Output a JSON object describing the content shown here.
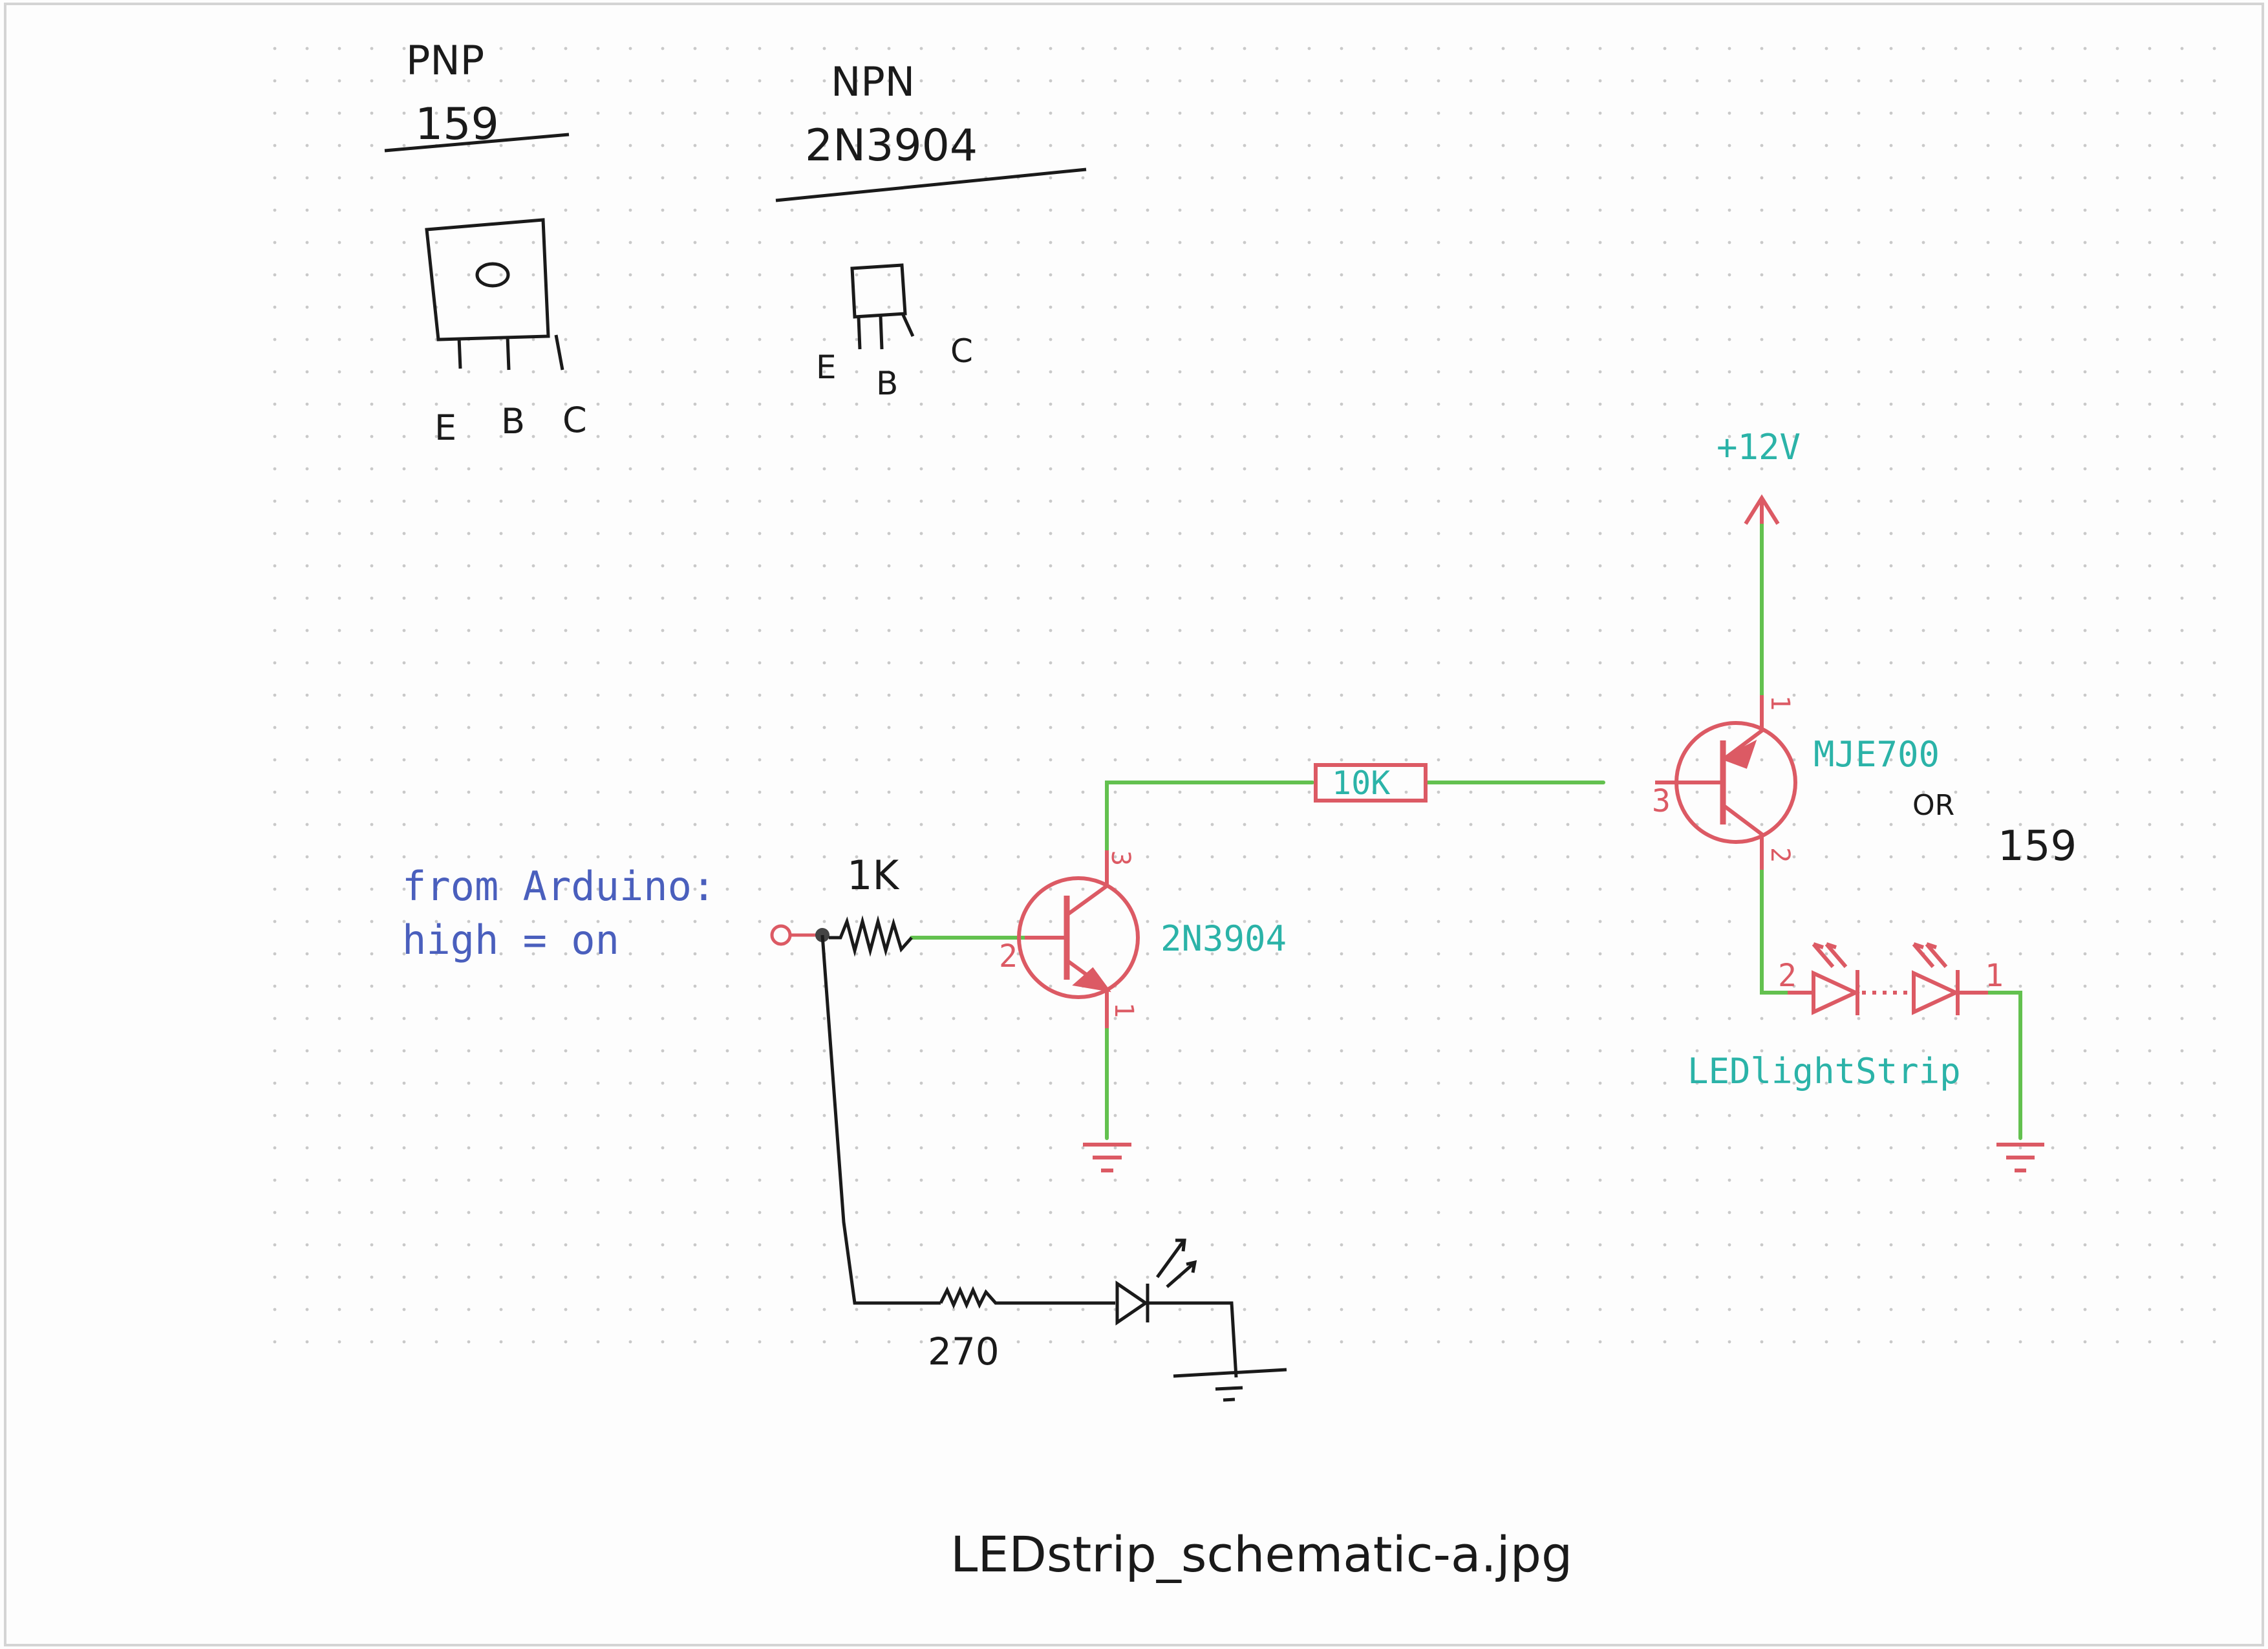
{
  "colors": {
    "paper": "#fdfdfd",
    "dot_grid": "#c9c9c9",
    "wire": "#63c14f",
    "symbol": "#dc5a64",
    "net_label": "#2bb3a8",
    "comment": "#4a5fbd",
    "ink": "#1a1a1a"
  },
  "sketch": {
    "pnp_type": "PNP",
    "pnp_part": "159",
    "pnp_pins": [
      "E",
      "B",
      "C"
    ],
    "npn_type": "NPN",
    "npn_part": "2N3904",
    "npn_pins": [
      "E",
      "B",
      "C"
    ],
    "indicator_resistor": "270",
    "base_resistor": "1K",
    "alt_part_or": "OR",
    "alt_part": "159",
    "filename": "LEDstrip_schematic-a.jpg"
  },
  "schematic": {
    "supply_label": "+12V",
    "resistor_value": "10K",
    "driver_transistor": "2N3904",
    "power_transistor": "MJE700",
    "led_label": "LEDlightStrip",
    "input_comment_line1": "from Arduino:",
    "input_comment_line2": "high = on",
    "pins": {
      "q1_collector": "3",
      "q1_base": "2",
      "q1_emitter": "1",
      "q2_emitter": "1",
      "q2_base": "3",
      "q2_collector": "2",
      "led_anode": "2",
      "led_cathode": "1"
    }
  }
}
